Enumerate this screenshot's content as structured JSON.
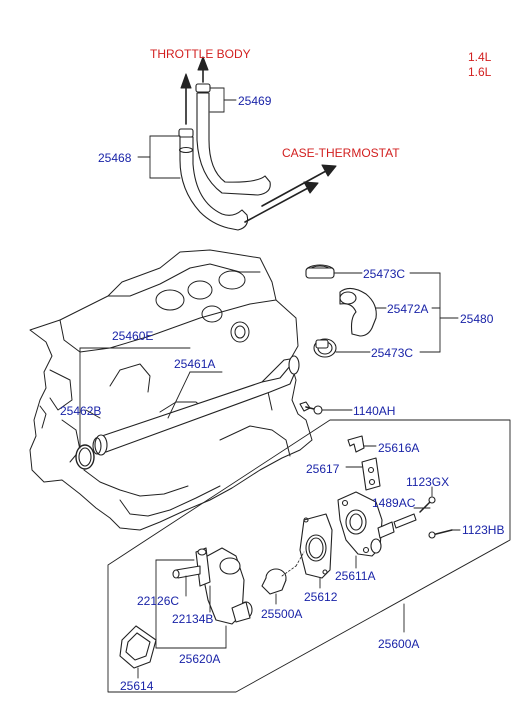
{
  "engine_sizes": [
    "1.4L",
    "1.6L"
  ],
  "destinations": {
    "throttle_body": "THROTTLE BODY",
    "case_thermostat": "CASE-THERMOSTAT"
  },
  "part_labels": {
    "p25469": "25469",
    "p25468": "25468",
    "p25473c_top": "25473C",
    "p25472a": "25472A",
    "p25480": "25480",
    "p25473c_bottom": "25473C",
    "p25460e": "25460E",
    "p25461a": "25461A",
    "p25462b": "25462B",
    "p1140ah": "1140AH",
    "p25616a": "25616A",
    "p25617": "25617",
    "p1123gx": "1123GX",
    "p1489ac": "1489AC",
    "p1123hb": "1123HB",
    "p25611a": "25611A",
    "p25612": "25612",
    "p22126c": "22126C",
    "p22134b": "22134B",
    "p25500a": "25500A",
    "p25620a": "25620A",
    "p25600a": "25600A",
    "p25614": "25614"
  },
  "colors": {
    "label_blue": "#1a24a8",
    "label_red": "#d21f1f",
    "line": "#222222"
  }
}
